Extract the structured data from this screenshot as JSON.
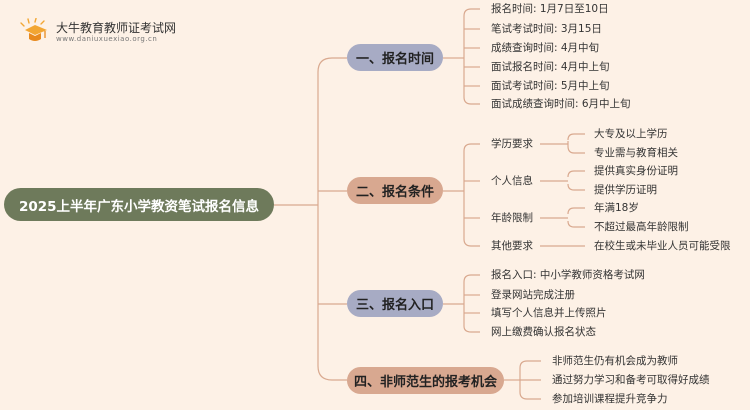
{
  "header": {
    "site_name": "大牛教育教师证考试网",
    "site_url": "www.daniuxuexiao.org.cn"
  },
  "root": "2025上半年广东小学教资笔试报名信息",
  "branches": [
    {
      "label": "一、报名时间",
      "items": [
        "报名时间: 1月7日至10日",
        "笔试考试时间: 3月15日",
        "成绩查询时间: 4月中旬",
        "面试报名时间: 4月中上旬",
        "面试考试时间: 5月中上旬",
        "面试成绩查询时间: 6月中上旬"
      ]
    },
    {
      "label": "二、报名条件",
      "groups": [
        {
          "label": "学历要求",
          "items": [
            "大专及以上学历",
            "专业需与教育相关"
          ]
        },
        {
          "label": "个人信息",
          "items": [
            "提供真实身份证明",
            "提供学历证明"
          ]
        },
        {
          "label": "年龄限制",
          "items": [
            "年满18岁",
            "不超过最高年龄限制"
          ]
        },
        {
          "label": "其他要求",
          "items": [
            "在校生或未毕业人员可能受限"
          ]
        }
      ]
    },
    {
      "label": "三、报名入口",
      "items": [
        "报名入口: 中小学教师资格考试网",
        "登录网站完成注册",
        "填写个人信息并上传照片",
        "网上缴费确认报名状态"
      ]
    },
    {
      "label": "四、非师范生的报考机会",
      "items": [
        "非师范生仍有机会成为教师",
        "通过努力学习和备考可取得好成绩",
        "参加培训课程提升竞争力"
      ]
    }
  ],
  "colors": {
    "background": "#fdf1e6",
    "root": "#6e7a5b",
    "branch_blue": "#a7abc4",
    "branch_tan": "#d8a890",
    "connector": "#d9a98f"
  }
}
